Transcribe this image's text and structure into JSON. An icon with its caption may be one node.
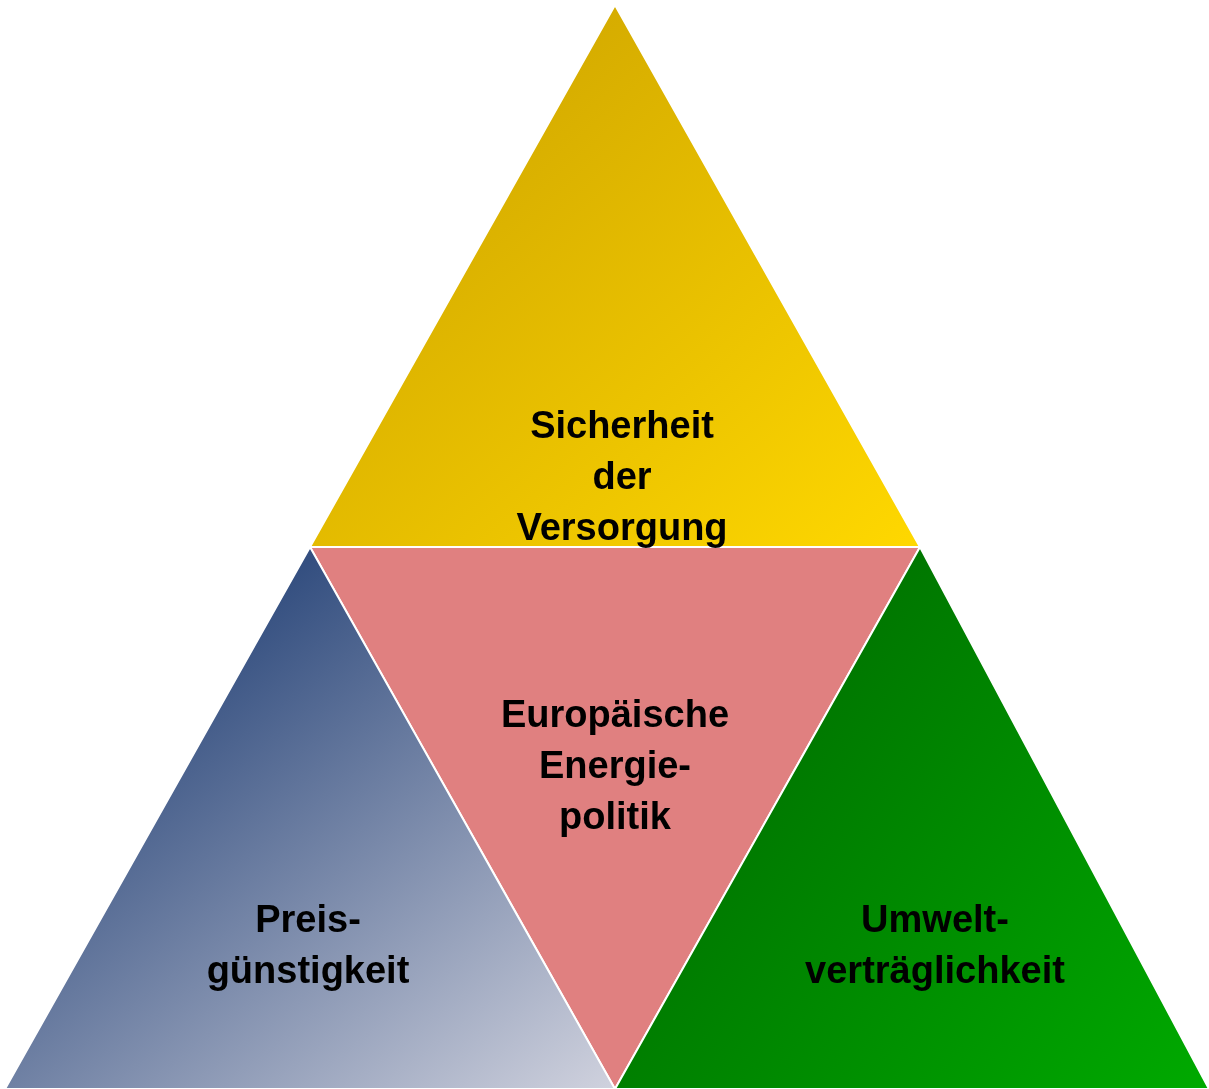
{
  "diagram": {
    "nodes": [
      {
        "text": [
          "Sicherheit der Versorgung"
        ]
      },
      {
        "text": [
          "Europäische Energie- politik"
        ]
      },
      {
        "text": [
          "Preis- günstigkeit"
        ]
      },
      {
        "text": [
          "Umwelt- verträglichkeit"
        ]
      }
    ]
  }
}
